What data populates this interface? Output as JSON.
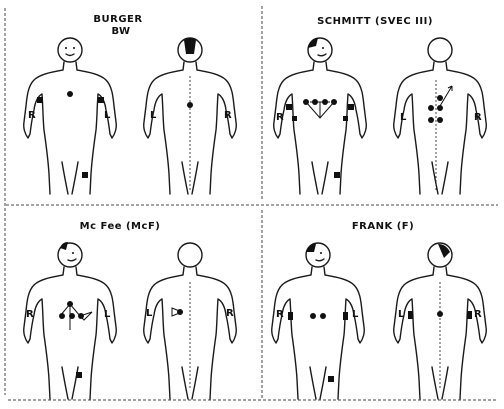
{
  "panels": [
    {
      "id": "burger",
      "title_line1": "BURGER",
      "title_line2": "BW"
    },
    {
      "id": "schmitt",
      "title_line1": "SCHMITT (SVEC III)",
      "title_line2": ""
    },
    {
      "id": "mcfee",
      "title_line1": "Mc Fee (McF)",
      "title_line2": ""
    },
    {
      "id": "frank",
      "title_line1": "FRANK (F)",
      "title_line2": ""
    }
  ],
  "side_labels": {
    "right": "R",
    "left": "L"
  },
  "icons": {
    "electrode": "electrode-dot-icon",
    "face": "face-icon"
  },
  "colors": {
    "ink": "#111111",
    "paper": "#ffffff"
  }
}
